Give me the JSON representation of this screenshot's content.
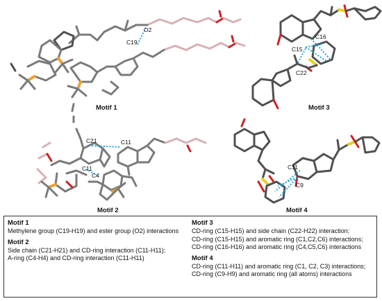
{
  "colors": {
    "bond": "#7a7a7a",
    "bond_dark": "#4a4a4a",
    "carbon_pink": "#d8b0b4",
    "oxygen": "#cc2222",
    "silicon": "#f0a030",
    "sulfur": "#e8d020",
    "contact": "#1fa3e0"
  },
  "motifs": [
    {
      "caption": "Motif 1",
      "atom_labels": [
        "O2",
        "C19"
      ]
    },
    {
      "caption": "Motif 2",
      "atom_labels": [
        "C21",
        "C11",
        "C11",
        "C4"
      ]
    },
    {
      "caption": "Motif 3",
      "atom_labels": [
        "C16",
        "C15",
        "C22"
      ]
    },
    {
      "caption": "Motif 4",
      "atom_labels": [
        "C11",
        "C9"
      ]
    }
  ],
  "legend": {
    "left": [
      {
        "heading": "Motif 1",
        "lines": [
          "Methylene group (C19-H19) and ester group (O2) interactions"
        ]
      },
      {
        "heading": "Motif 2",
        "lines": [
          "Side chain (C21-H21) and CD-ring interaction (C11-H11);",
          "A-ring (C4-H4) and CD-ring interaction (C11-H11)"
        ]
      }
    ],
    "right": [
      {
        "heading": "Motif 3",
        "lines": [
          "CD-ring (C15-H15) and side chain (C22-H22) interaction;",
          "CD-ring (C15-H15) and aromatic ring (C1,C2,C6) interactions;",
          "CD-ring (C16-H16) and aromatic ring (C4,C5,C6) interactions"
        ]
      },
      {
        "heading": "Motif 4",
        "lines": [
          "CD-ring (C11-H11) and aromatic ring (C1, C2, C3) interactions;",
          "CD-ring (C9-H9) and aromatic ring (all atoms) interactions"
        ]
      }
    ]
  }
}
